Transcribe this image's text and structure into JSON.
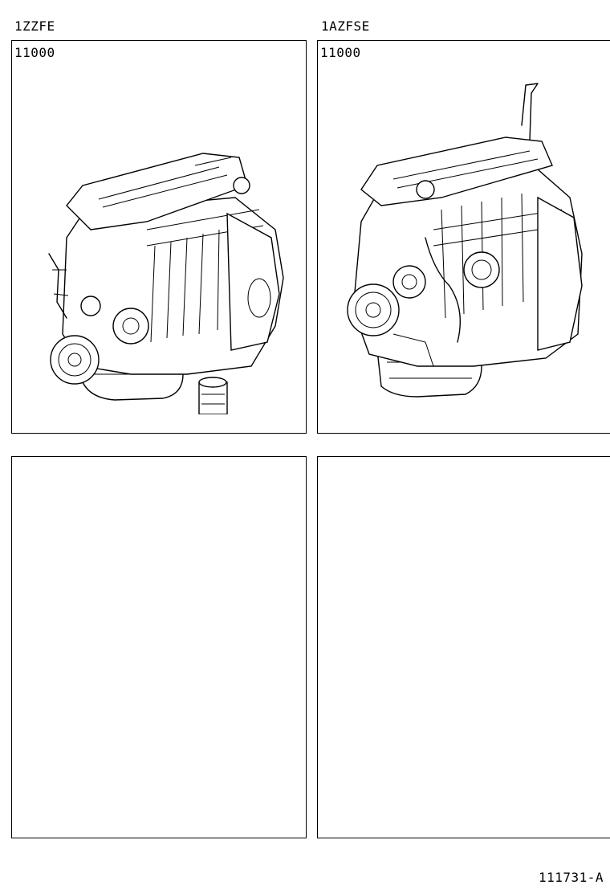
{
  "panels": [
    {
      "engine": "1ZZFE",
      "part_code": "11000",
      "icon": "engine-1zzfe-icon"
    },
    {
      "engine": "1AZFSE",
      "part_code": "11000",
      "icon": "engine-1azfse-icon"
    },
    {
      "engine": "",
      "part_code": ""
    },
    {
      "engine": "",
      "part_code": ""
    }
  ],
  "footer": {
    "figure_id": "111731-A"
  }
}
